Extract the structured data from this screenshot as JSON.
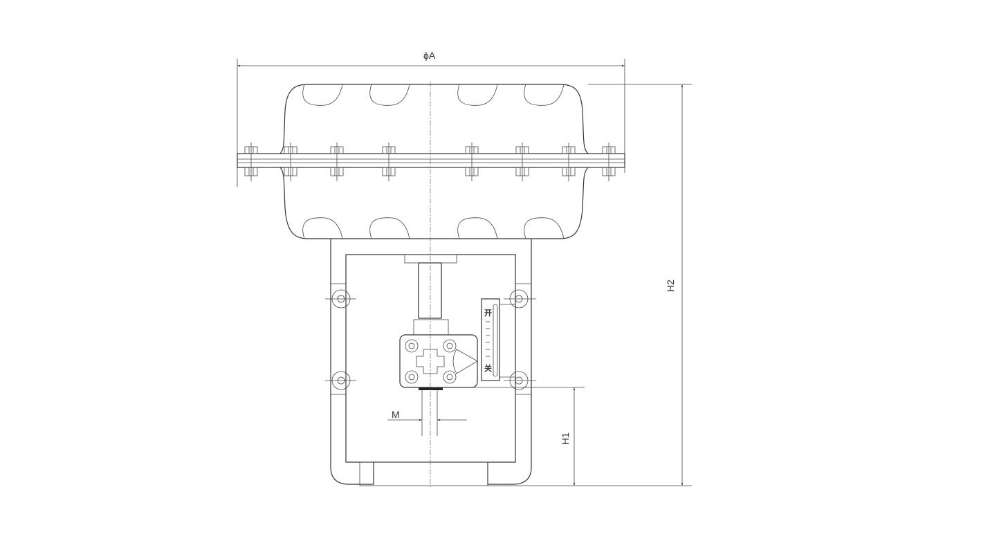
{
  "dimensions": {
    "diameter_label": "ϕA",
    "height_total_label": "H2",
    "height_mount_label": "H1",
    "stem_label": "M"
  },
  "indicator": {
    "open_label": "开",
    "close_label": "关"
  }
}
